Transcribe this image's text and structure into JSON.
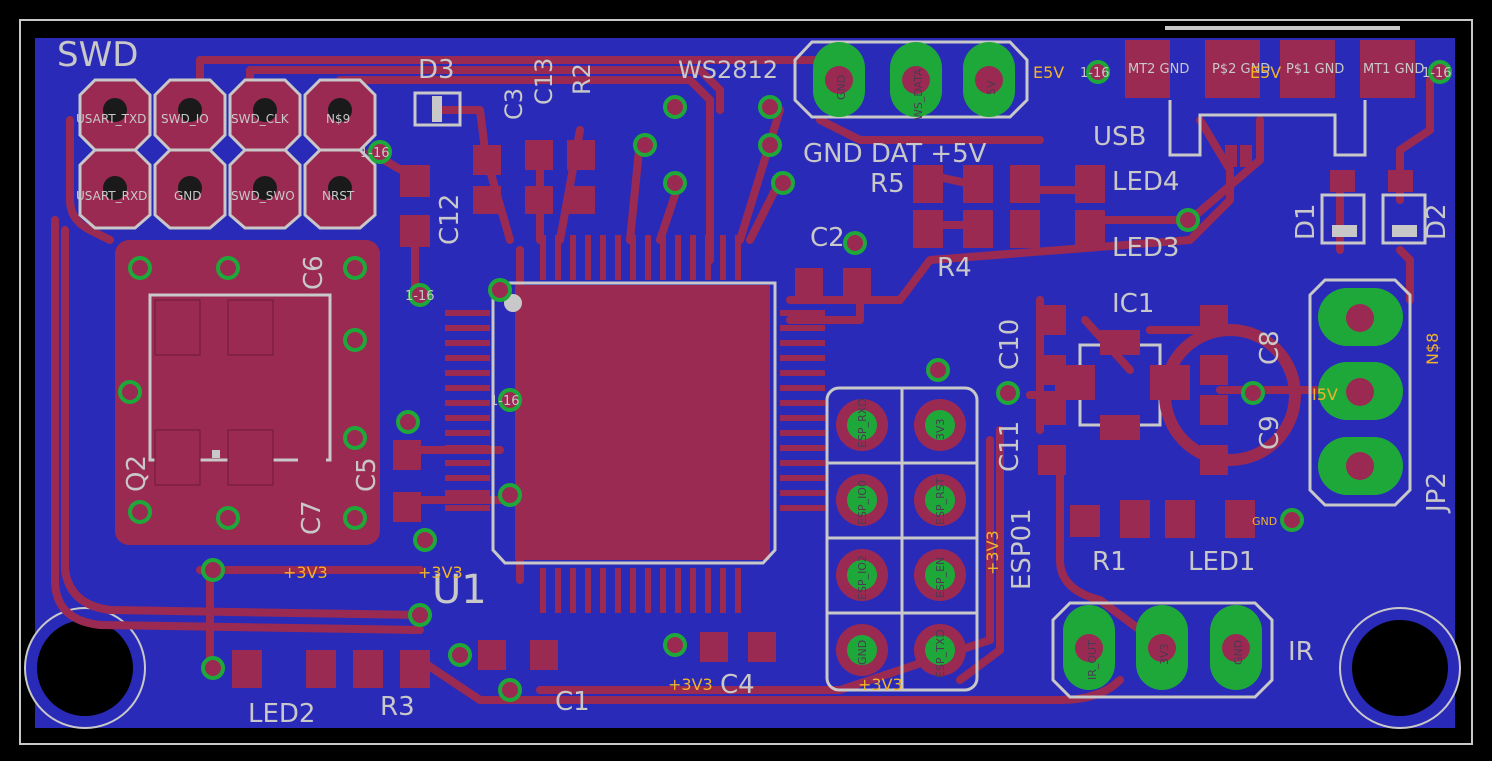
{
  "colors": {
    "background": "#000000",
    "board": "#2a2ab8",
    "copper": "#9b2a52",
    "silkscreen": "#c8c8c8",
    "via": "#1fa83a",
    "pad_green": "#1fa83a",
    "net_label": "#f0b429"
  },
  "labels": {
    "swd": "SWD",
    "d3": "D3",
    "c3": "C3",
    "c13": "C13",
    "r2": "R2",
    "ws2812": "WS2812",
    "gnd_dat_5v": "GND DAT +5V",
    "usb": "USB",
    "led4": "LED4",
    "led3": "LED3",
    "r5": "R5",
    "r4": "R4",
    "c2": "C2",
    "c12": "C12",
    "c6": "C6",
    "c5": "C5",
    "c7": "C7",
    "q2": "Q2",
    "u1": "U1",
    "c1": "C1",
    "c4": "C4",
    "led2": "LED2",
    "r3": "R3",
    "ic1": "IC1",
    "c10": "C10",
    "c11": "C11",
    "c8": "C8",
    "c9": "C9",
    "d1": "D1",
    "d2": "D2",
    "jp2": "JP2",
    "esp01": "ESP01",
    "r1": "R1",
    "led1": "LED1",
    "ir": "IR"
  },
  "net_labels": {
    "e5v_1": "E5V",
    "e5v_2": "E5V",
    "i5v": "I5V",
    "n8": "N$8",
    "v3v3_a": "+3V3",
    "v3v3_b": "+3V3",
    "v3v3_c": "+3V3",
    "v3v3_d": "+3V3",
    "v3v3_e": "+3V3",
    "gnd": "GND"
  },
  "swd_pins": [
    "USART_TXD",
    "SWD_IO",
    "SWD_CLK",
    "N$9",
    "USART_RXD",
    "GND",
    "SWD_SWO",
    "NRST"
  ],
  "esp_pins": [
    "ESP_RXD",
    "3V3",
    "ESP_IO0",
    "ESP_RST",
    "ESP_IO2",
    "ESP_EN",
    "GND",
    "ESP_TXD"
  ],
  "ws_pins": [
    "GND",
    "WS_DATA",
    "5V"
  ],
  "ir_pins": [
    "IR_OUT",
    "3V3",
    "GND"
  ],
  "usb_pads": [
    "MT2 GND",
    "P$2 GND",
    "P$1 GND",
    "MT1 GND"
  ],
  "via_label": "1-16"
}
